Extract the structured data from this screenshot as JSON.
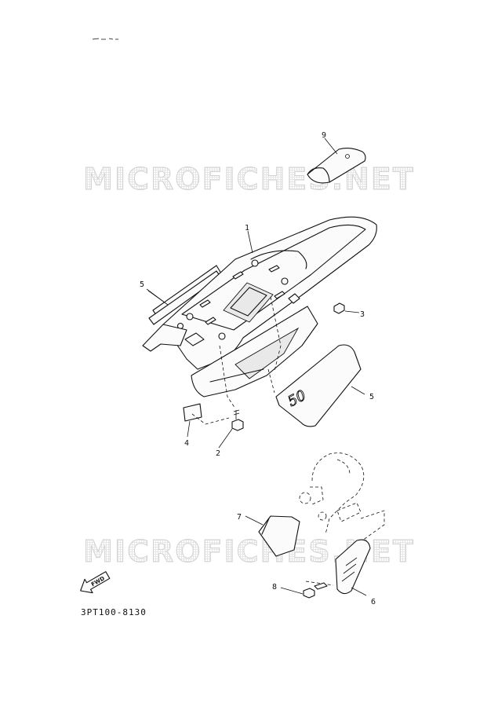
{
  "diagram": {
    "watermark": "MICROFICHES.NET",
    "part_code": "3PT100-8130",
    "fwd_label": "FWD",
    "callouts": {
      "c1": "1",
      "c2": "2",
      "c3": "3",
      "c4": "4",
      "c5a": "5",
      "c5b": "5",
      "c6": "6",
      "c7": "7",
      "c8": "8",
      "c9": "9"
    },
    "decal_text": "50"
  }
}
